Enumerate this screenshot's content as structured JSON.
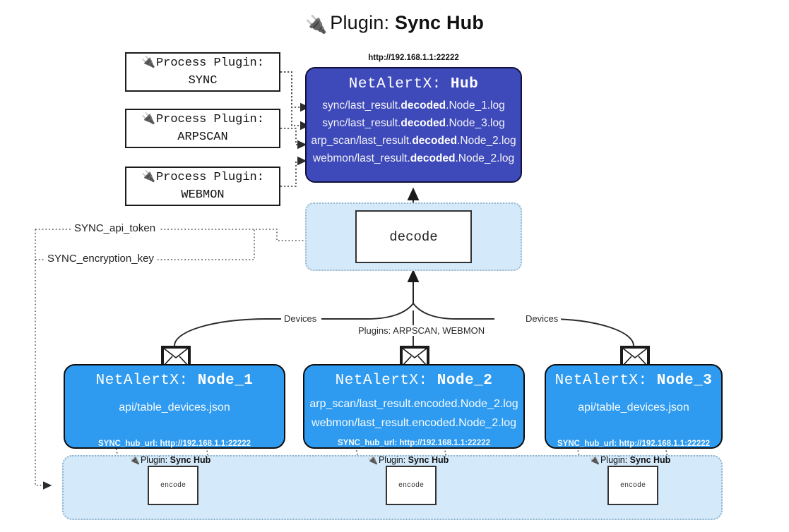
{
  "page": {
    "title_prefix": "Plugin:",
    "title_name": "Sync Hub",
    "plug_icon": "🔌"
  },
  "process_plugins": [
    {
      "line1": "Process Plugin:",
      "line2": "SYNC"
    },
    {
      "line1": "Process Plugin:",
      "line2": "ARPSCAN"
    },
    {
      "line1": "Process Plugin:",
      "line2": "WEBMON"
    }
  ],
  "hub": {
    "url": "http://192.168.1.1:22222",
    "title_prefix": "NetAlertX:",
    "title_name": "Hub",
    "logs": [
      {
        "pre": "sync/last_result.",
        "mid": "decoded",
        "post": ".Node_1.log"
      },
      {
        "pre": "sync/last_result.",
        "mid": "decoded",
        "post": ".Node_3.log"
      },
      {
        "pre": "arp_scan/last_result.",
        "mid": "decoded",
        "post": ".Node_2.log"
      },
      {
        "pre": "webmon/last_result.",
        "mid": "decoded",
        "post": ".Node_2.log"
      }
    ]
  },
  "decode": {
    "label": "decode"
  },
  "keys": {
    "api_token": "SYNC_api_token",
    "encryption_key": "SYNC_encryption_key"
  },
  "edges": {
    "devices_left": "Devices",
    "devices_right": "Devices",
    "plugins_middle": "Plugins: ARPSCAN, WEBMON"
  },
  "nodes": [
    {
      "title_prefix": "NetAlertX:",
      "title_name": "Node_1",
      "lines": [
        "api/table_devices.json"
      ],
      "footer": "SYNC_hub_url: http://192.168.1.1:22222"
    },
    {
      "title_prefix": "NetAlertX:",
      "title_name": "Node_2",
      "lines": [
        "arp_scan/last_result.encoded.Node_2.log",
        "webmon/last_result.encoded.Node_2.log"
      ],
      "footer": "SYNC_hub_url: http://192.168.1.1:22222"
    },
    {
      "title_prefix": "NetAlertX:",
      "title_name": "Node_3",
      "lines": [
        "api/table_devices.json"
      ],
      "footer": "SYNC_hub_url: http://192.168.1.1:22222"
    }
  ],
  "encoders": [
    {
      "label_prefix": "Plugin:",
      "label_name": "Sync Hub",
      "box": "encode"
    },
    {
      "label_prefix": "Plugin:",
      "label_name": "Sync Hub",
      "box": "encode"
    },
    {
      "label_prefix": "Plugin:",
      "label_name": "Sync Hub",
      "box": "encode"
    }
  ],
  "colors": {
    "hub_fill": "#3f4aba",
    "node_fill": "#2f9bf0",
    "container_fill": "#d4e9fa",
    "stroke": "#2b2b2b"
  }
}
